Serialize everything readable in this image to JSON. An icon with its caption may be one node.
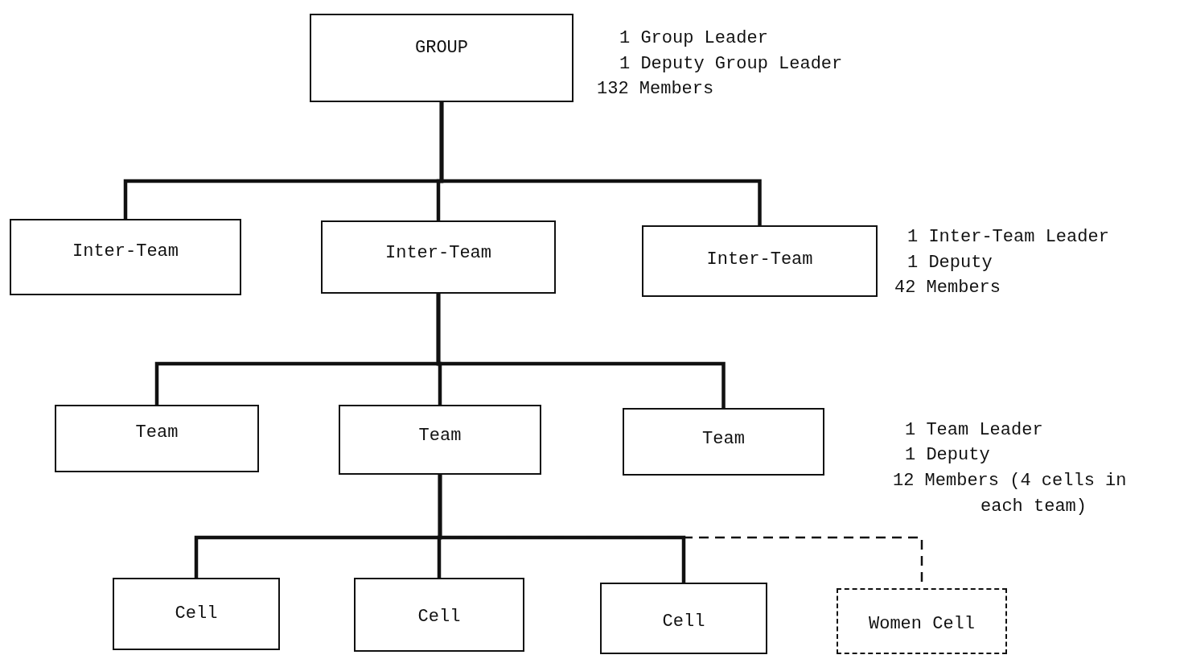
{
  "diagram": {
    "nodes": [
      {
        "text": [
          "GROUP"
        ]
      },
      {
        "text": [
          "Inter-Team"
        ]
      },
      {
        "text": [
          "Inter-Team"
        ]
      },
      {
        "text": [
          "Inter-Team"
        ]
      },
      {
        "text": [
          "Team"
        ]
      },
      {
        "text": [
          "Team"
        ]
      },
      {
        "text": [
          "Team"
        ]
      },
      {
        "text": [
          "Cell"
        ]
      },
      {
        "text": [
          "Cell"
        ]
      },
      {
        "text": [
          "Cell"
        ]
      },
      {
        "text": [
          "Women Cell"
        ]
      }
    ],
    "edges": [
      {
        "from": 0,
        "to": 1,
        "arrow": "none"
      },
      {
        "from": 0,
        "to": 2,
        "arrow": "none"
      },
      {
        "from": 0,
        "to": 3,
        "arrow": "none"
      },
      {
        "from": 2,
        "to": 4,
        "arrow": "none"
      },
      {
        "from": 2,
        "to": 5,
        "arrow": "none"
      },
      {
        "from": 2,
        "to": 6,
        "arrow": "none"
      },
      {
        "from": 5,
        "to": 7,
        "arrow": "none"
      },
      {
        "from": 5,
        "to": 8,
        "arrow": "none"
      },
      {
        "from": 5,
        "to": 9,
        "arrow": "none"
      },
      {
        "from": 5,
        "to": 10,
        "arrow": "none",
        "style": "dashed"
      }
    ],
    "labels": [
      "1 Group Leader",
      "1 Deputy Group Leader",
      "132 Members",
      "1 Inter-Team Leader",
      "1 Deputy",
      "42 Members",
      "1 Team Leader",
      "1 Deputy",
      "12 Members (4 cells in each team)"
    ]
  }
}
